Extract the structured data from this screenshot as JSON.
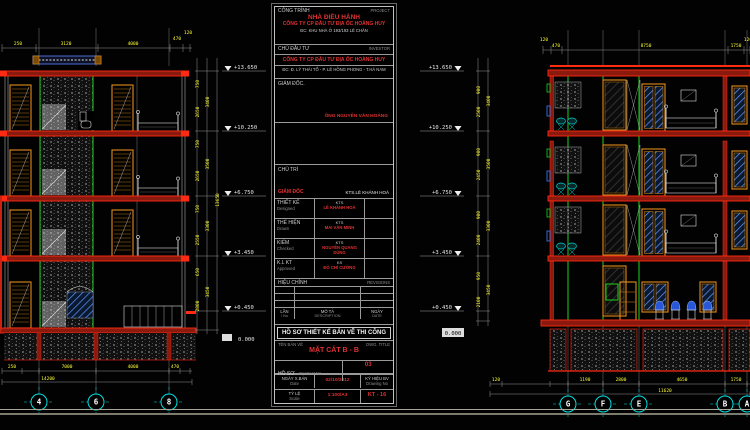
{
  "colors": {
    "accent_red": "#e03232",
    "slab_red": "#ff2a12",
    "dim_yellow": "#ffff33",
    "grid_cyan": "#00e0e0",
    "column_green": "#1dd21d",
    "frame_orange": "#e08b1a",
    "glass_blue": "#5f9bff"
  },
  "title_block": {
    "project_label": "CÔNG TRÌNH",
    "project_label_en": "PROJECT",
    "project_name_1": "NHÀ ĐIỀU HÀNH",
    "project_name_2": "CÔNG TY CP ĐẦU TƯ ĐỊA ỐC HOÀNG HUY",
    "project_address": "ĐC: KHU NHÀ Ở 193/193 LÊ CHÂN",
    "investor_label": "CHỦ ĐẦU TƯ",
    "investor_label_en": "INVESTOR",
    "investor_name": "CÔNG TY CP ĐẦU TƯ ĐỊA ỐC HOÀNG HUY",
    "investor_address": "ĐC: Đ. LÝ THÁI TỔ - P. LÊ HỒNG PHONG - T.HÀ NAM",
    "director_label": "GIÁM ĐỐC.",
    "director_name": "ÔNG NGUYỄN VĂN HOÀNG",
    "chief_label": "CHỦ TRÌ",
    "chief_role": "GIÁM ĐỐC",
    "chief_name": "KTS.LÊ KHÁNH HOÀ",
    "signature_rows": [
      {
        "label": "THIẾT KẾ",
        "label_en": "Designed",
        "title": "KTS",
        "name": "LÊ KHÁNH HOÀ"
      },
      {
        "label": "THỂ HIỆN",
        "label_en": "Drawn",
        "title": "KTS",
        "name": "MAI VĂN MINH"
      },
      {
        "label": "KIỂM",
        "label_en": "Checked",
        "title": "KTS",
        "name": "NGUYỄN QUANG DŨNG"
      },
      {
        "label": "K.L KT",
        "label_en": "Approved",
        "title": "KS",
        "name": "ĐỖ CHÍ CƯỜNG"
      }
    ],
    "revision_label": "HIỆU CHỈNH",
    "revision_label_en": "REVISIONS",
    "revision_cols": [
      {
        "label": "LẦN",
        "en": "/ No"
      },
      {
        "label": "MÔ TẢ",
        "en": "DESCRIPTION"
      },
      {
        "label": "NGÀY",
        "en": "DATE"
      }
    ],
    "dossier_title": "HỒ SƠ THIẾT KẾ BẢN VẼ THI CÔNG",
    "drawing_title_label": "TÊN BẢN VẼ",
    "drawing_title_label_en": "DWG. TITLE",
    "drawing_title": "MẶT CẮT B - B",
    "contract_label": "HỒ SƠ",
    "contract_label_en": "Contract No",
    "contract_no": "03",
    "date_label": "NGÀY X.BẢN",
    "date_label_en": "Date",
    "date_value": "02/10/2012",
    "drawing_no_label": "KÝ HIỆU BV",
    "drawing_no_label_en": "Drawing No",
    "drawing_no": "KT - 16",
    "scale_label": "TỶ LỆ",
    "scale_label_en": "Scale",
    "scale_value": "1:100/A3"
  },
  "left_drawing": {
    "levels": [
      "+13.650",
      "+10.250",
      "+6.750",
      "+3.450",
      "+0.450",
      "0.000"
    ],
    "grid_labels": [
      "4",
      "6",
      "8"
    ],
    "dims_top": [
      "250",
      "3120",
      "4000",
      "470",
      "120"
    ],
    "dims_bottom": [
      "250",
      "7000",
      "4000",
      "470"
    ],
    "dim_total_bottom": "14200",
    "dims_right": [
      "750",
      "2650",
      "750",
      "2650",
      "750",
      "2550",
      "650",
      "2800"
    ],
    "storey_dims": [
      "3400",
      "3500",
      "3300",
      "3450"
    ],
    "dim_total_right": "13650"
  },
  "right_drawing": {
    "levels": [
      "+13.650",
      "+10.250",
      "+6.750",
      "+3.450",
      "+0.450",
      "0.000"
    ],
    "grid_labels": [
      "G",
      "F",
      "E",
      "B",
      "A"
    ],
    "dims_top": [
      "120",
      "470",
      "8750",
      "1750",
      "120"
    ],
    "dims_bottom": [
      "120",
      "1190",
      "2800",
      "4650",
      "1750"
    ],
    "dim_total_bottom": "11620",
    "dims_left": [
      "900",
      "2500",
      "900",
      "2450",
      "900",
      "2400",
      "950",
      "2100"
    ],
    "storey_dims": [
      "3400",
      "3500",
      "3300",
      "3450"
    ]
  }
}
